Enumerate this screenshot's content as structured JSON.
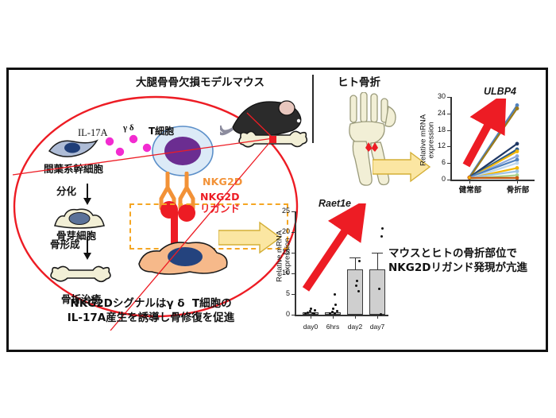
{
  "figure": {
    "panels": {
      "mouse_model_title": "大腿骨骨欠損モデルマウス",
      "human_fracture_title": "ヒト骨折"
    },
    "cell_diagram": {
      "il17a_label": "IL-17A",
      "gamma_delta": "γ δ",
      "tcell_label": "T細胞",
      "msc_label": "間葉系幹細胞",
      "differentiation_label": "分化",
      "osteoblast_label": "骨芽細胞",
      "bone_formation_label": "骨形成",
      "fracture_healing_label": "骨折治癒",
      "nkg2d_label": "NKG2D",
      "nkg2d_ligand_label": "NKG2D\nリガンド",
      "nkg2d_color": "#F29237",
      "nkg2d_ligand_color": "#ED1C24",
      "circle_color": "#ED1C24",
      "dashed_box_color": "#F5A623"
    },
    "captions": {
      "bottom_left": "NKG2Dシグナルはγ δ  T細胞の\nIL-17A産生を誘導し骨修復を促進",
      "right": "マウスとヒトの骨折部位で\nNKG2Dリガンド発現が亢進"
    }
  },
  "chart_data": [
    {
      "id": "raet1e",
      "type": "bar",
      "title": "Raet1e",
      "ylabel": "Relative mRNA\nexpression",
      "xlabel": "",
      "categories": [
        "day0",
        "6hrs",
        "day2",
        "day7"
      ],
      "values": [
        0.5,
        0.6,
        10.9,
        10.9
      ],
      "errors": [
        0.3,
        0.4,
        3.0,
        4.2
      ],
      "ylim": [
        0,
        25
      ],
      "yticks": [
        0,
        5,
        10,
        15,
        20,
        25
      ],
      "grid": false,
      "bar_color": "#cfcfcf",
      "annotation": "red up arrow (increase)",
      "points": {
        "day0": [
          0.3,
          0.4,
          0.5,
          0.6,
          0.7,
          0.9,
          1.0
        ],
        "6hrs": [
          0.2,
          0.4,
          0.5,
          0.6,
          0.8,
          1.0,
          2.5
        ],
        "day2": [
          5.6,
          7.0,
          8.1,
          13.0,
          20.2
        ],
        "day7": [
          0.2,
          6.3,
          19.0,
          20.9
        ]
      }
    },
    {
      "id": "ulbp4",
      "type": "line",
      "title": "ULBP4",
      "ylabel": "Relative mRNA\nexpression",
      "categories": [
        "健常部",
        "骨折部"
      ],
      "ylim": [
        0,
        30
      ],
      "yticks": [
        0,
        6,
        12,
        18,
        24,
        30
      ],
      "grid": false,
      "annotation": "red up arrow (increase)",
      "series": [
        {
          "name": "s1",
          "color": "#4F81BD",
          "values": [
            1.0,
            27.0
          ]
        },
        {
          "name": "s2",
          "color": "#9B7A1A",
          "values": [
            0.6,
            25.8
          ]
        },
        {
          "name": "s3",
          "color": "#1F3864",
          "values": [
            0.8,
            13.0
          ]
        },
        {
          "name": "s4",
          "color": "#2E5C8A",
          "values": [
            0.7,
            11.0
          ]
        },
        {
          "name": "s5",
          "color": "#F2B705",
          "values": [
            0.5,
            10.2
          ]
        },
        {
          "name": "s6",
          "color": "#8EA9DB",
          "values": [
            0.6,
            8.5
          ]
        },
        {
          "name": "s7",
          "color": "#4F81BD",
          "values": [
            0.9,
            7.2
          ]
        },
        {
          "name": "s8",
          "color": "#BDD7EE",
          "values": [
            0.4,
            6.0
          ]
        },
        {
          "name": "s9",
          "color": "#F2B705",
          "values": [
            0.5,
            4.2
          ]
        },
        {
          "name": "s10",
          "color": "#9DC3E6",
          "values": [
            0.7,
            3.0
          ]
        },
        {
          "name": "s11",
          "color": "#A9D18E",
          "values": [
            0.4,
            1.6
          ]
        },
        {
          "name": "s12",
          "color": "#C55A11",
          "values": [
            0.6,
            0.6
          ]
        }
      ]
    }
  ]
}
